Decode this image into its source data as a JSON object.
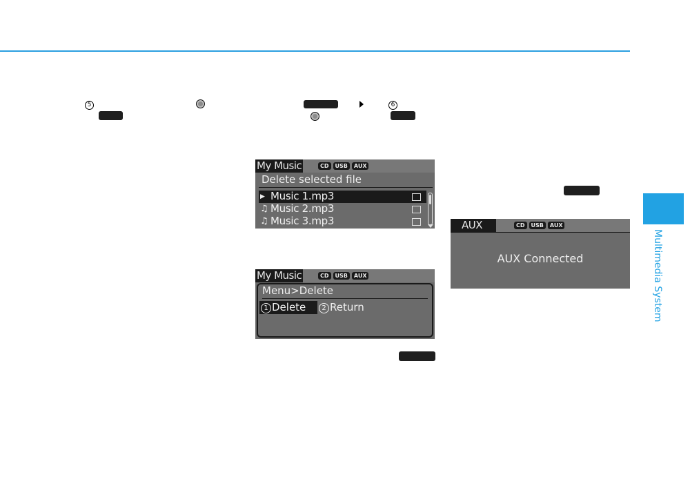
{
  "side_tab": {
    "label": "Multimedia System",
    "color": "#22a2e3"
  },
  "inline": {
    "step5": "5",
    "step6": "6"
  },
  "screen_delete_file": {
    "title": "My Music",
    "badges": [
      "CD",
      "USB",
      "AUX"
    ],
    "heading": "Delete selected file",
    "files": [
      {
        "icon": "play-icon",
        "name": "Music 1.mp3",
        "selected": true
      },
      {
        "icon": "music-note-icon",
        "name": "Music 2.mp3",
        "selected": false
      },
      {
        "icon": "music-note-icon",
        "name": "Music 3.mp3",
        "selected": false
      }
    ]
  },
  "screen_delete_menu": {
    "title": "My Music",
    "badges": [
      "CD",
      "USB",
      "AUX"
    ],
    "heading": "Menu>Delete",
    "option1_num": "1",
    "option1": "Delete",
    "option2_num": "2",
    "option2": "Return"
  },
  "screen_aux": {
    "title": "AUX",
    "badges": [
      "CD",
      "USB",
      "AUX"
    ],
    "message": "AUX Connected"
  }
}
